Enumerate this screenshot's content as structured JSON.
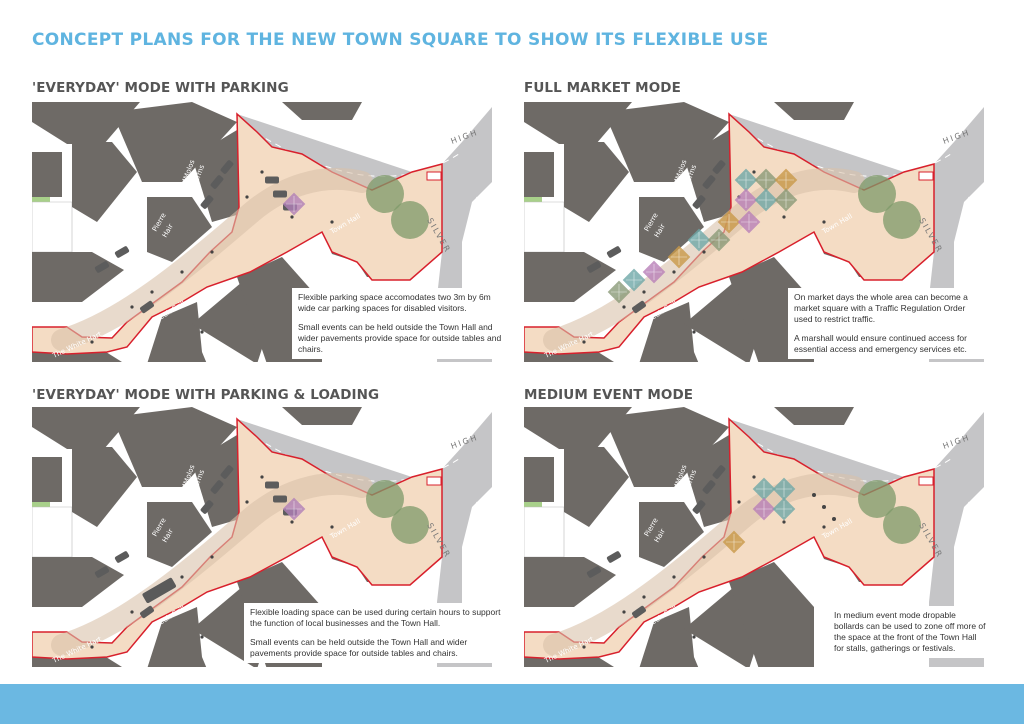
{
  "title": "CONCEPT PLANS FOR THE NEW TOWN SQUARE TO SHOW ITS FLEXIBLE USE",
  "panels": [
    {
      "heading": "'EVERYDAY' MODE WITH PARKING",
      "mode": "parking",
      "callout": [
        "Flexible parking space accomodates two 3m by 6m wide car parking spaces for disabled visitors.",
        "Small events can be held outside the Town Hall and wider pavements provide space for outside tables and chairs."
      ]
    },
    {
      "heading": "FULL MARKET MODE",
      "mode": "market",
      "callout": [
        "On market days the whole area can become a market square with a Traffic Regulation Order used to restrict traffic.",
        "A marshall would ensure continued access for essential access and emergency services etc."
      ]
    },
    {
      "heading": "'EVERYDAY' MODE WITH PARKING & LOADING",
      "mode": "loading",
      "callout": [
        "Flexible loading space can be used during certain hours to support the function of local businesses and the Town Hall.",
        "Small events can be held outside the Town Hall and wider pavements provide space for outside tables and chairs."
      ]
    },
    {
      "heading": "MEDIUM EVENT MODE",
      "mode": "event",
      "callout": [
        "In medium event mode dropable bollards can be used to zone off more of the space at the front of the Town Hall for stalls, gatherings or festivals."
      ]
    }
  ],
  "map_labels": {
    "high": "HIGH",
    "silver": "SILVER",
    "town_hall": "Town Hall",
    "opticians": "Opticians",
    "greek_grill": "Greek Grill",
    "white_hart": "The White Hart",
    "pierre": "Pierre",
    "hair": "Hair",
    "ammolos": "AMMolos",
    "firearms": "Firearms"
  },
  "colors": {
    "title": "#5fb4e0",
    "footer": "#6bb8e2",
    "building": "#6e6a66",
    "road": "#c5c5c7",
    "paving": "#f4dcc4",
    "boundary": "#d8202c",
    "tree": "#7e9a6a",
    "grass": "#a8d08a"
  }
}
